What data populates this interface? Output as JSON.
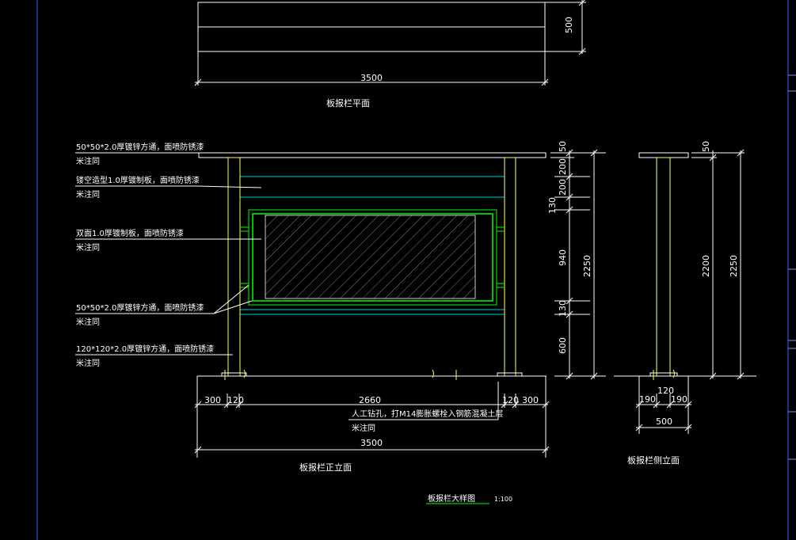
{
  "plan": {
    "dim_width": "3500",
    "dim_depth": "500",
    "title": "板报栏平面"
  },
  "front": {
    "title": "板报栏正立面",
    "callouts": [
      {
        "line1": "50*50*2.0厚镀锌方通，面喷防锈漆",
        "line2": "米注同"
      },
      {
        "line1": "镂空造型1.0厚镀制板，面喷防锈漆",
        "line2": "米注同"
      },
      {
        "line1": "双面1.0厚镀制板，面喷防锈漆",
        "line2": "米注同"
      },
      {
        "line1": "50*50*2.0厚镀锌方通，面喷防锈漆",
        "line2": "米注同"
      },
      {
        "line1": "120*120*2.0厚镀锌方通，面喷防锈漆",
        "line2": "米注同"
      }
    ],
    "bottom_dims": [
      "300",
      "120",
      "2660",
      "120",
      "300"
    ],
    "total_width": "3500",
    "anchor_note": {
      "line1": "人工钻孔，打M14膨胀螺栓入钢筋混凝土层",
      "line2": "米注同"
    },
    "right_dims": [
      "50",
      "200",
      "200",
      "130",
      "940",
      "130",
      "600"
    ],
    "overall_height": "2250"
  },
  "side": {
    "title": "板报栏侧立面",
    "top_dim": "50",
    "height_a": "2200",
    "height_b": "2250",
    "bottom_dims": [
      "190",
      "120",
      "190"
    ],
    "total": "500"
  },
  "footer": {
    "caption": "板报栏大样图",
    "scale": "1:100"
  },
  "colors": {
    "background": "#000000",
    "lines": "#ffffff",
    "posts": "#ffff66",
    "board": "#00ff00",
    "rails": "#00cccc",
    "frame": "#0000ff"
  }
}
